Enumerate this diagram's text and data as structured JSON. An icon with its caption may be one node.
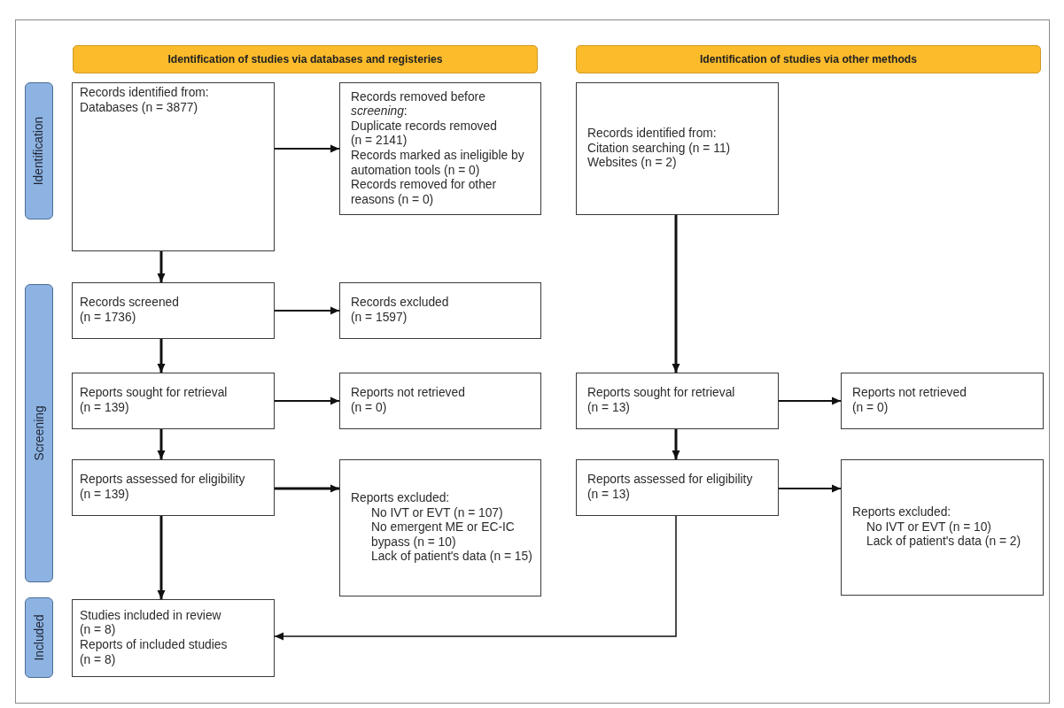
{
  "diagram": {
    "nodes": [
      {
        "text": [
          "Identification of studies via databases and registeries"
        ]
      },
      {
        "text": [
          "Identification of studies via other methods"
        ]
      },
      {
        "text": [
          "Identification"
        ]
      },
      {
        "text": [
          "Records identified from:",
          "Databases (n = 3877)"
        ]
      },
      {
        "text": [
          "Records removed before *screening*:",
          "Duplicate records removed",
          "(n = 2141)",
          "Records marked as ineligible by automation tools (n = 0)",
          "Records removed for other reasons (n = 0)"
        ]
      },
      {
        "text": [
          "Records identified from:",
          "Citation searching (n = 11)",
          "Websites (n = 2)"
        ]
      },
      {
        "text": [
          "Screening"
        ]
      },
      {
        "text": [
          "Records screened",
          "(n = 1736)"
        ]
      },
      {
        "text": [
          "Records excluded",
          "(n = 1597)"
        ]
      },
      {
        "text": [
          "Reports sought for retrieval",
          "(n = 139)"
        ]
      },
      {
        "text": [
          "Reports not retrieved",
          "(n = 0)"
        ]
      },
      {
        "text": [
          "Reports sought for retrieval",
          "(n = 13)"
        ]
      },
      {
        "text": [
          "Reports not retrieved",
          "(n = 0)"
        ]
      },
      {
        "text": [
          "Reports assessed for eligibility",
          "(n = 139)"
        ]
      },
      {
        "text": [
          "Reports excluded:",
          "No IVT or EVT (n = 107)",
          "No emergent ME or EC-IC bypass (n = 10)",
          "Lack of patient's data (n = 15)"
        ]
      },
      {
        "text": [
          "Reports assessed for eligibility",
          "(n = 13)"
        ]
      },
      {
        "text": [
          "Reports excluded:",
          "No IVT or EVT (n = 10)",
          "Lack of patient's data (n = 2)"
        ]
      },
      {
        "text": [
          "Included"
        ]
      },
      {
        "text": [
          "Studies included in review",
          "(n = 8)",
          "Reports of included studies",
          "(n = 8)"
        ]
      }
    ],
    "edges": [
      {
        "from": 3,
        "to": 4,
        "arrow": "to"
      },
      {
        "from": 3,
        "to": 7,
        "arrow": "to"
      },
      {
        "from": 7,
        "to": 8,
        "arrow": "to"
      },
      {
        "from": 7,
        "to": 9,
        "arrow": "to"
      },
      {
        "from": 9,
        "to": 10,
        "arrow": "to"
      },
      {
        "from": 9,
        "to": 13,
        "arrow": "to"
      },
      {
        "from": 13,
        "to": 14,
        "arrow": "to"
      },
      {
        "from": 13,
        "to": 18,
        "arrow": "to"
      },
      {
        "from": 5,
        "to": 11,
        "arrow": "to"
      },
      {
        "from": 11,
        "to": 12,
        "arrow": "to"
      },
      {
        "from": 11,
        "to": 15,
        "arrow": "to"
      },
      {
        "from": 15,
        "to": 16,
        "arrow": "to"
      },
      {
        "from": 15,
        "to": 18,
        "arrow": "to"
      }
    ]
  }
}
